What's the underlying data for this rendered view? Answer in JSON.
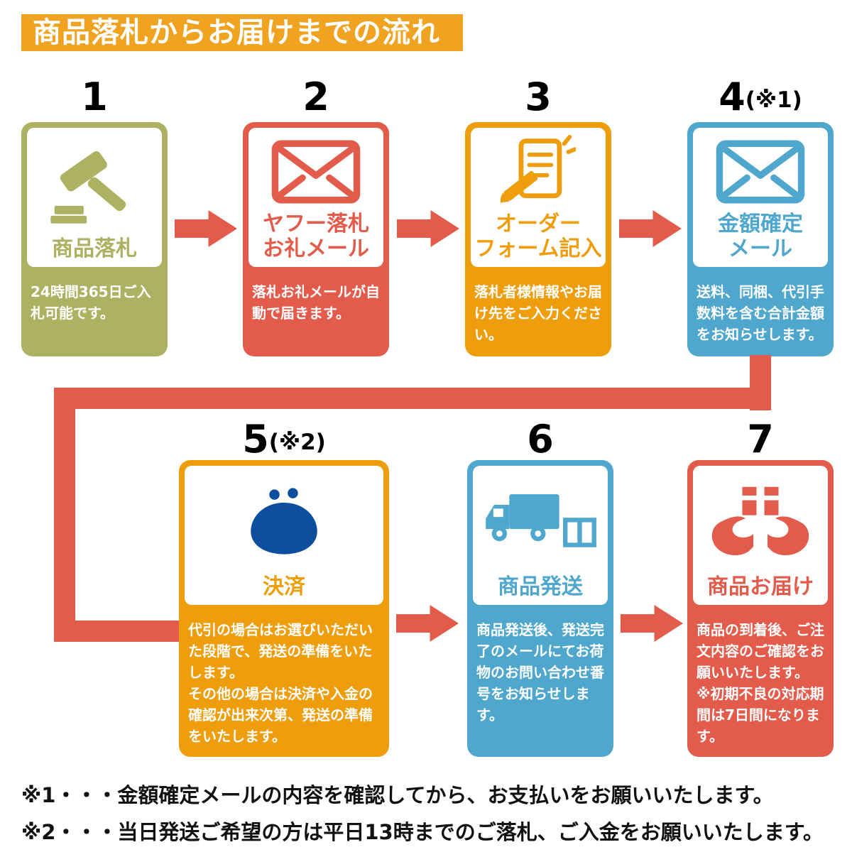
{
  "header": {
    "title": "商品落札からお届けまでの流れ"
  },
  "colors": {
    "header_bg": "#EFA321",
    "arrow": "#E25B4B",
    "purse_blue": "#0D4F9E"
  },
  "steps": [
    {
      "number": "1",
      "number_note": "",
      "title": "商品落札",
      "desc": "24時間365日ご入札可能です。",
      "color": "#ACB262",
      "icon": "gavel"
    },
    {
      "number": "2",
      "number_note": "",
      "title": "ヤフー落札\nお礼メール",
      "desc": "落札お礼メールが自動で届きます。",
      "color": "#E25B4B",
      "icon": "envelope"
    },
    {
      "number": "3",
      "number_note": "",
      "title": "オーダー\nフォーム記入",
      "desc": "落札者様情報やお届け先をご入力ください。",
      "color": "#EE9D0C",
      "icon": "order-form"
    },
    {
      "number": "4",
      "number_note": "(※1)",
      "title": "金額確定\nメール",
      "desc": "送料、同梱、代引手数料を含む合計金額をお知らせします。",
      "color": "#4FA7CE",
      "icon": "envelope"
    },
    {
      "number": "5",
      "number_note": "(※2)",
      "title": "決済",
      "desc": "代引の場合はお選びいただいた段階で、発送の準備をいたします。\nその他の場合は決済や入金の確認が出来次第、発送の準備をいたします。",
      "color": "#EE9D0C",
      "icon": "coin-purse"
    },
    {
      "number": "6",
      "number_note": "",
      "title": "商品発送",
      "desc": "商品発送後、発送完了のメールにてお荷物のお問い合わせ番号をお知らせします。",
      "color": "#4FA7CE",
      "icon": "delivery-truck"
    },
    {
      "number": "7",
      "number_note": "",
      "title": "商品お届け",
      "desc": "商品の到着後、ご注文内容のご確認をお願いいたします。\n※初期不良の対応期間は7日間になります。",
      "color": "#E25B4B",
      "icon": "hands-package"
    }
  ],
  "notes": [
    "※1・・・金額確定メールの内容を確認してから、お支払いをお願いいたします。",
    "※2・・・当日発送ご希望の方は平日13時までのご落札、ご入金をお願いいたします。"
  ]
}
